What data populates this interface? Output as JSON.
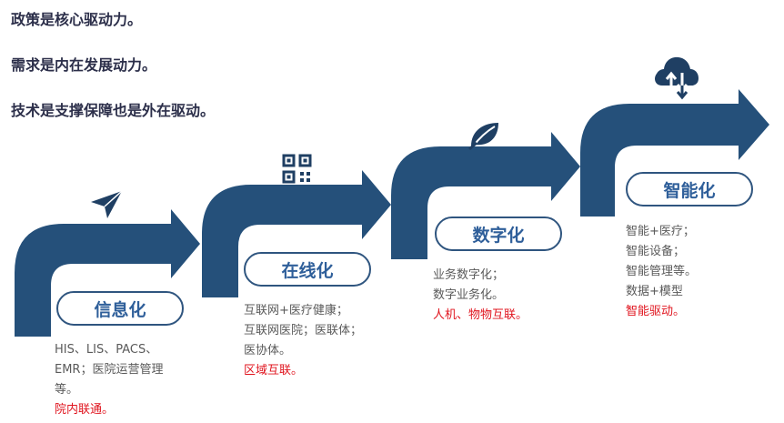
{
  "intro": [
    "政策是核心驱动力。",
    "需求是内在发展动力。",
    "技术是支撑保障也是外在驱动。"
  ],
  "colors": {
    "arrow": "#25507a",
    "label_border": "#2f557f",
    "label_text": "#2f5f9a",
    "highlight": "#e0141e",
    "body_text": "#5a5a5a"
  },
  "stages": [
    {
      "label": "信息化",
      "icon": "paper-plane-icon",
      "desc": [
        "HIS、LIS、PACS、",
        "EMR；医院运营管理",
        "等。"
      ],
      "highlight": "院内联通。"
    },
    {
      "label": "在线化",
      "icon": "qr-code-icon",
      "desc": [
        "互联网+医疗健康；",
        "互联网医院；医联体；",
        "医协体。"
      ],
      "highlight": "区域互联。"
    },
    {
      "label": "数字化",
      "icon": "leaf-icon",
      "desc": [
        "业务数字化；",
        "数字业务化。"
      ],
      "highlight": "人机、物物互联。"
    },
    {
      "label": "智能化",
      "icon": "cloud-transfer-icon",
      "desc": [
        "智能+医疗；",
        "智能设备；",
        "智能管理等。",
        "数据+模型"
      ],
      "highlight": "智能驱动。"
    }
  ]
}
